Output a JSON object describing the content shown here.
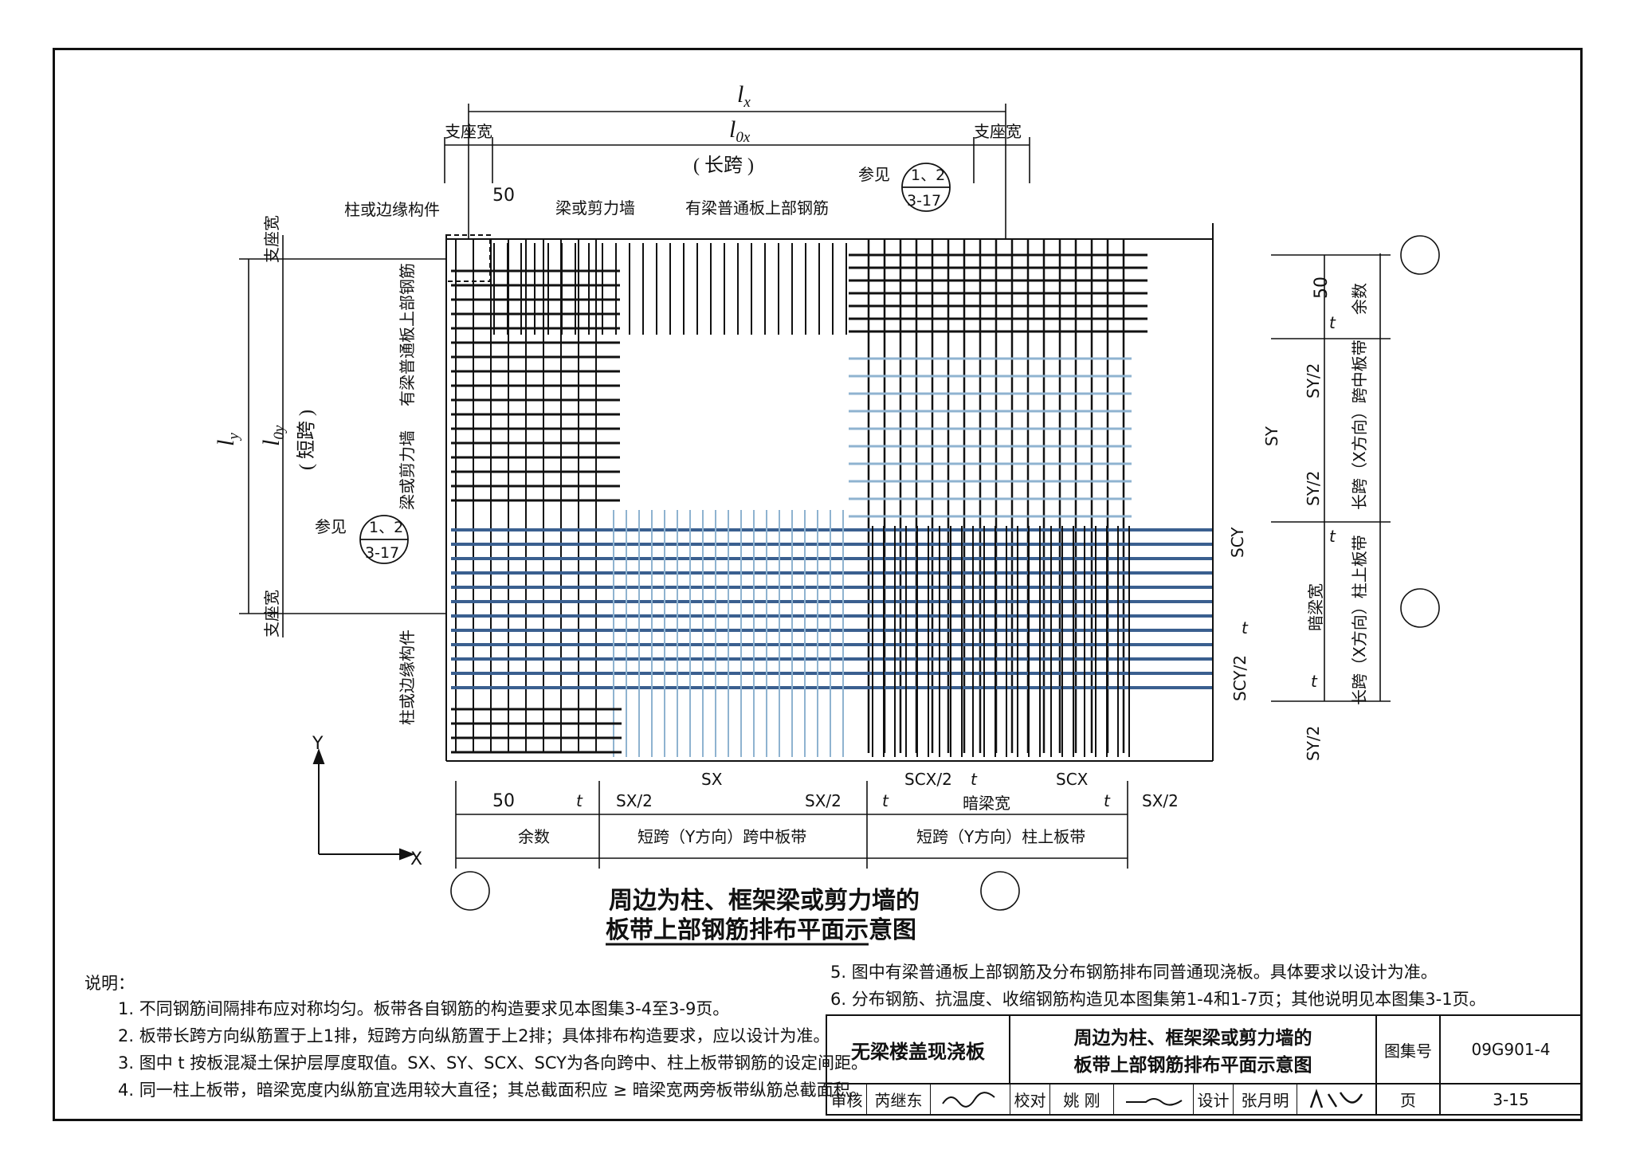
{
  "drawing": {
    "dims": {
      "lx": "l",
      "lx_sub": "x",
      "l0x": "l",
      "l0x_sub": "0x",
      "long_span": "( 长跨 )",
      "ly": "l",
      "ly_sub": "y",
      "l0y": "l",
      "l0y_sub": "0y",
      "short_span": "( 短跨 )",
      "support_width_left": "支座宽",
      "support_width_right": "支座宽",
      "support_width_top": "支座宽",
      "support_width_bottom": "支座宽",
      "dim_50_top": "50",
      "dim_50_right": "50",
      "dim_50_bottom": "50"
    },
    "labels": {
      "column_edge_top": "柱或边缘构件",
      "beam_wall_top": "梁或剪力墙",
      "beam_slab_top_rebar": "有梁普通板上部钢筋",
      "beam_slab_rebar_vertical": "有梁普通板上部钢筋",
      "beam_wall_vertical": "梁或剪力墙",
      "column_edge_vertical": "柱或边缘构件",
      "ref_top": "参见",
      "ref_left": "参见",
      "ref_num": "1、2",
      "ref_page": "3-17"
    },
    "right_side": {
      "remainder": "余数",
      "t_top": "t",
      "sy2_a": "SY/2",
      "long_mid_strip": "长跨（X方向）跨中板带",
      "sy": "SY",
      "sy2_b": "SY/2",
      "t_mid": "t",
      "scy": "SCY",
      "long_col_strip": "长跨（X方向）柱上板带",
      "hidden_beam_width": "暗梁宽",
      "t_b": "t",
      "scy2": "SCY/2",
      "t_c": "t",
      "sy2_c": "SY/2"
    },
    "bottom_side": {
      "sx": "SX",
      "scx2": "SCX/2",
      "t_a": "t",
      "scx": "SCX",
      "t_left": "t",
      "sx2_left": "SX/2",
      "sx2_right": "SX/2",
      "t_right": "t",
      "hidden_beam_width": "暗梁宽",
      "t_far": "t",
      "sx2_far": "SX/2",
      "remainder": "余数",
      "short_mid_strip": "短跨（Y方向）跨中板带",
      "short_col_strip": "短跨（Y方向）柱上板带"
    },
    "axes": {
      "y": "Y",
      "x": "X"
    },
    "title_line1": "周边为柱、框架梁或剪力墙的",
    "title_line2": "板带上部钢筋排布平面示意图"
  },
  "notes": {
    "heading": "说明：",
    "items": [
      "1.  不同钢筋间隔排布应对称均匀。板带各自钢筋的构造要求见本图集3-4至3-9页。",
      "2.  板带长跨方向纵筋置于上1排，短跨方向纵筋置于上2排；具体排布构造要求，应以设计为准。",
      "3.  图中 t 按板混凝土保护层厚度取值。SX、SY、SCX、SCY为各向跨中、柱上板带钢筋的设定间距。",
      "4.  同一柱上板带，暗梁宽度内纵筋宜选用较大直径；其总截面积应 ≥ 暗梁宽两旁板带纵筋总截面积。",
      "5.  图中有梁普通板上部钢筋及分布钢筋排布同普通现浇板。具体要求以设计为准。",
      "6.  分布钢筋、抗温度、收缩钢筋构造见本图集第1-4和1-7页；其他说明见本图集3-1页。"
    ]
  },
  "title_block": {
    "category": "无梁楼盖现浇板",
    "title_line1": "周边为柱、框架梁或剪力墙的",
    "title_line2": "板带上部钢筋排布平面示意图",
    "atlas_label": "图集号",
    "atlas_no": "09G901-4",
    "review_label": "审核",
    "reviewer": "芮继东",
    "check_label": "校对",
    "checker": "姚 刚",
    "design_label": "设计",
    "designer": "张月明",
    "page_label": "页",
    "page_no": "3-15"
  },
  "colors": {
    "ink": "#111111",
    "blue_rebar": "#3a5f8f",
    "light_rebar": "#8fb3d0"
  }
}
